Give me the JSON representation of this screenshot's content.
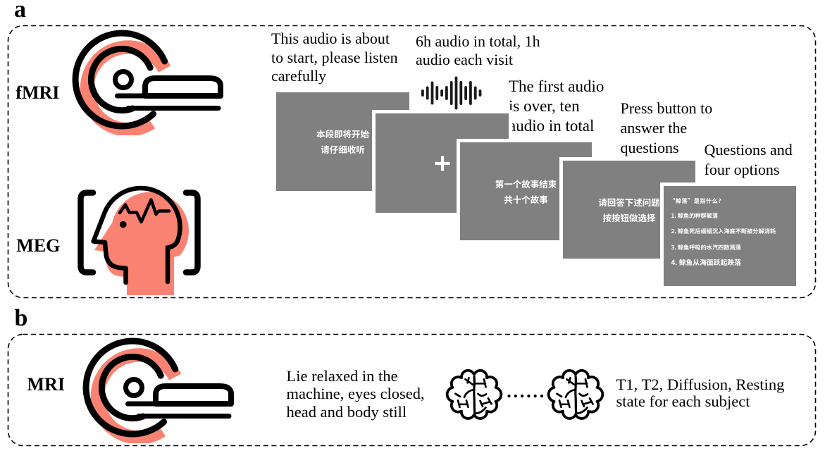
{
  "figure": {
    "panel_a": {
      "label": "a",
      "modalities": [
        {
          "label": "fMRI",
          "icon": "mri-scanner-icon"
        },
        {
          "label": "MEG",
          "icon": "head-signal-icon"
        }
      ],
      "annotations": {
        "step1": "This audio is about\nto start, please listen\ncarefully",
        "step2": "6h audio in total, 1h\naudio each visit",
        "step3": "The first audio\nis over, ten\naudio in total",
        "step4": "Press button to\nanswer the\nquestions",
        "step5": "Questions and\nfour options"
      },
      "screens": {
        "screen1": {
          "line1": "本段即将开始",
          "line2": "请仔细收听"
        },
        "screen2": {
          "symbol": "+"
        },
        "screen3": {
          "line1": "第一个故事结束",
          "line2": "共十个故事"
        },
        "screen4": {
          "line1": "请回答下述问题",
          "line2": "按按钮做选择"
        },
        "screen5": {
          "question": "“鲸落”是指什么？",
          "options": [
            "1. 鲸鱼的种群聚落",
            "2. 鲸鱼死后缓缓沉入海底不断被分解消耗",
            "3. 鲸鱼呼吸的水汽四散溅落",
            "4. 鲸鱼从海面跃起跌落"
          ]
        }
      }
    },
    "panel_b": {
      "label": "b",
      "modalities": [
        {
          "label": "MRI",
          "icon": "mri-scanner-icon"
        }
      ],
      "annotations": {
        "rest": "Lie relaxed in the\nmachine, eyes closed,\nhead and body still",
        "sequences": "T1, T2, Diffusion, Resting\nstate for each subject"
      }
    },
    "colors": {
      "accent_salmon": "#FA8272",
      "screen_gray": "#808080",
      "ink": "#000000",
      "screen_text": "#FFFFFF"
    }
  }
}
